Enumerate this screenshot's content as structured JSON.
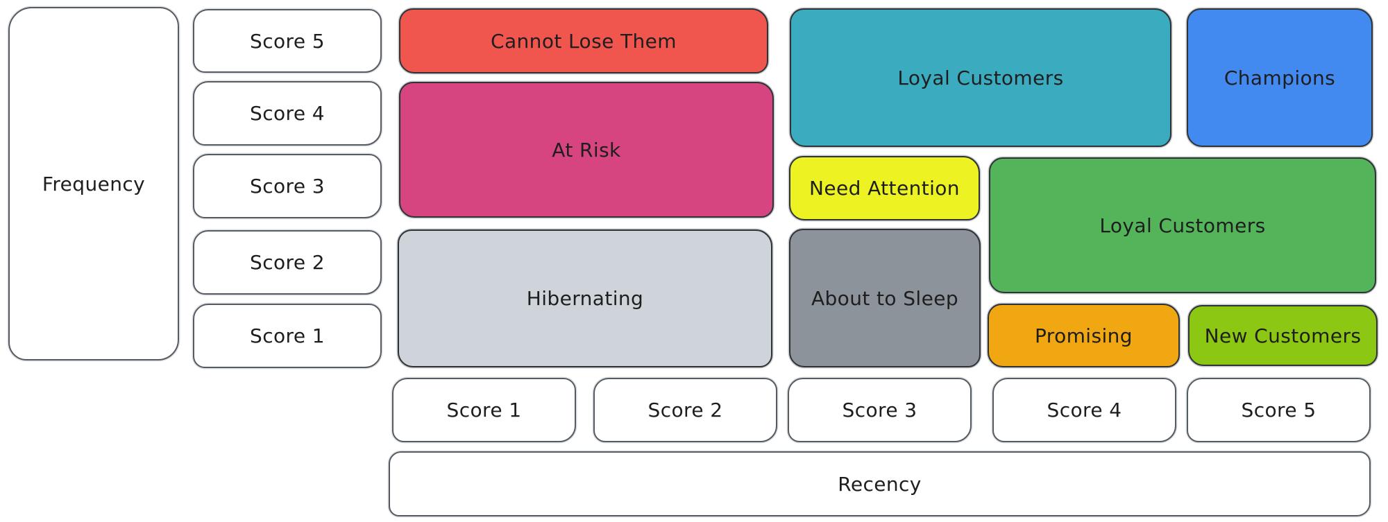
{
  "axes": {
    "frequency": "Frequency",
    "recency": "Recency"
  },
  "frequency_scores": [
    "Score 5",
    "Score 4",
    "Score 3",
    "Score 2",
    "Score 1"
  ],
  "recency_scores": [
    "Score 1",
    "Score 2",
    "Score 3",
    "Score 4",
    "Score 5"
  ],
  "segments": {
    "cannot_lose_them": {
      "label": "Cannot Lose Them",
      "color": "#F1564E",
      "frequency_scores": "5",
      "recency_scores": "1-2"
    },
    "at_risk": {
      "label": "At Risk",
      "color": "#D6457F",
      "frequency_scores": "3-4",
      "recency_scores": "1-2"
    },
    "hibernating": {
      "label": "Hibernating",
      "color": "#CED4DA",
      "frequency_scores": "1-2",
      "recency_scores": "1-2"
    },
    "loyal_customers_upper": {
      "label": "Loyal Customers",
      "color": "#3BACBF",
      "frequency_scores": "4-5",
      "recency_scores": "3-4"
    },
    "need_attention": {
      "label": "Need Attention",
      "color": "#EDF323",
      "frequency_scores": "3",
      "recency_scores": "3"
    },
    "about_to_sleep": {
      "label": "About to Sleep",
      "color": "#8D939A",
      "frequency_scores": "1-2",
      "recency_scores": "3"
    },
    "champions": {
      "label": "Champions",
      "color": "#4289F0",
      "frequency_scores": "4-5",
      "recency_scores": "5"
    },
    "loyal_customers_lower": {
      "label": "Loyal Customers",
      "color": "#54B45A",
      "frequency_scores": "2-3",
      "recency_scores": "4-5"
    },
    "promising": {
      "label": "Promising",
      "color": "#F0A712",
      "frequency_scores": "1",
      "recency_scores": "4"
    },
    "new_customers": {
      "label": "New Customers",
      "color": "#8CC713",
      "frequency_scores": "1",
      "recency_scores": "5"
    }
  },
  "stroke_color": "#2e3338"
}
